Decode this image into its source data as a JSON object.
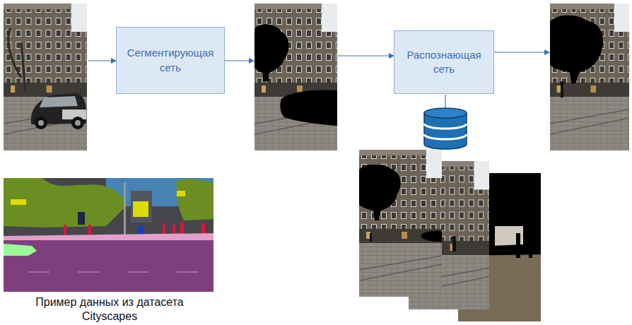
{
  "diagram": {
    "nodes": [
      {
        "text": [
          "Сегментирующая сеть"
        ]
      },
      {
        "text": [
          "Распознающая сеть"
        ]
      }
    ],
    "labels": [
      "Пример данных из датасета Cityscapes"
    ]
  }
}
